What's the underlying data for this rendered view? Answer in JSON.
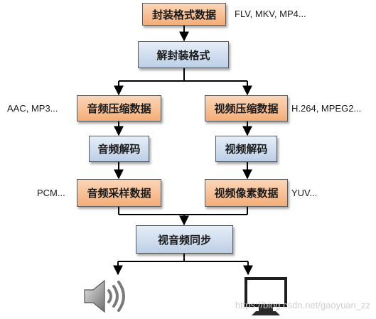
{
  "nodes": {
    "container_data": "封装格式数据",
    "demux": "解封装格式",
    "audio_compressed": "音频压缩数据",
    "video_compressed": "视频压缩数据",
    "audio_decode": "音频解码",
    "video_decode": "视频解码",
    "audio_samples": "音频采样数据",
    "video_pixels": "视频像素数据",
    "av_sync": "视音频同步"
  },
  "notes": {
    "container_formats": "FLV, MKV, MP4...",
    "audio_codecs": "AAC, MP3...",
    "video_codecs": "H.264, MPEG2...",
    "audio_raw": "PCM...",
    "video_raw": "YUV..."
  },
  "watermark": "https://blog.csdn.net/gaoyuan_zz",
  "icons": [
    "speaker-icon",
    "monitor-icon"
  ],
  "colors": {
    "orange_box": "#f4ad78",
    "blue_box": "#bccfe6",
    "line": "#000000"
  }
}
